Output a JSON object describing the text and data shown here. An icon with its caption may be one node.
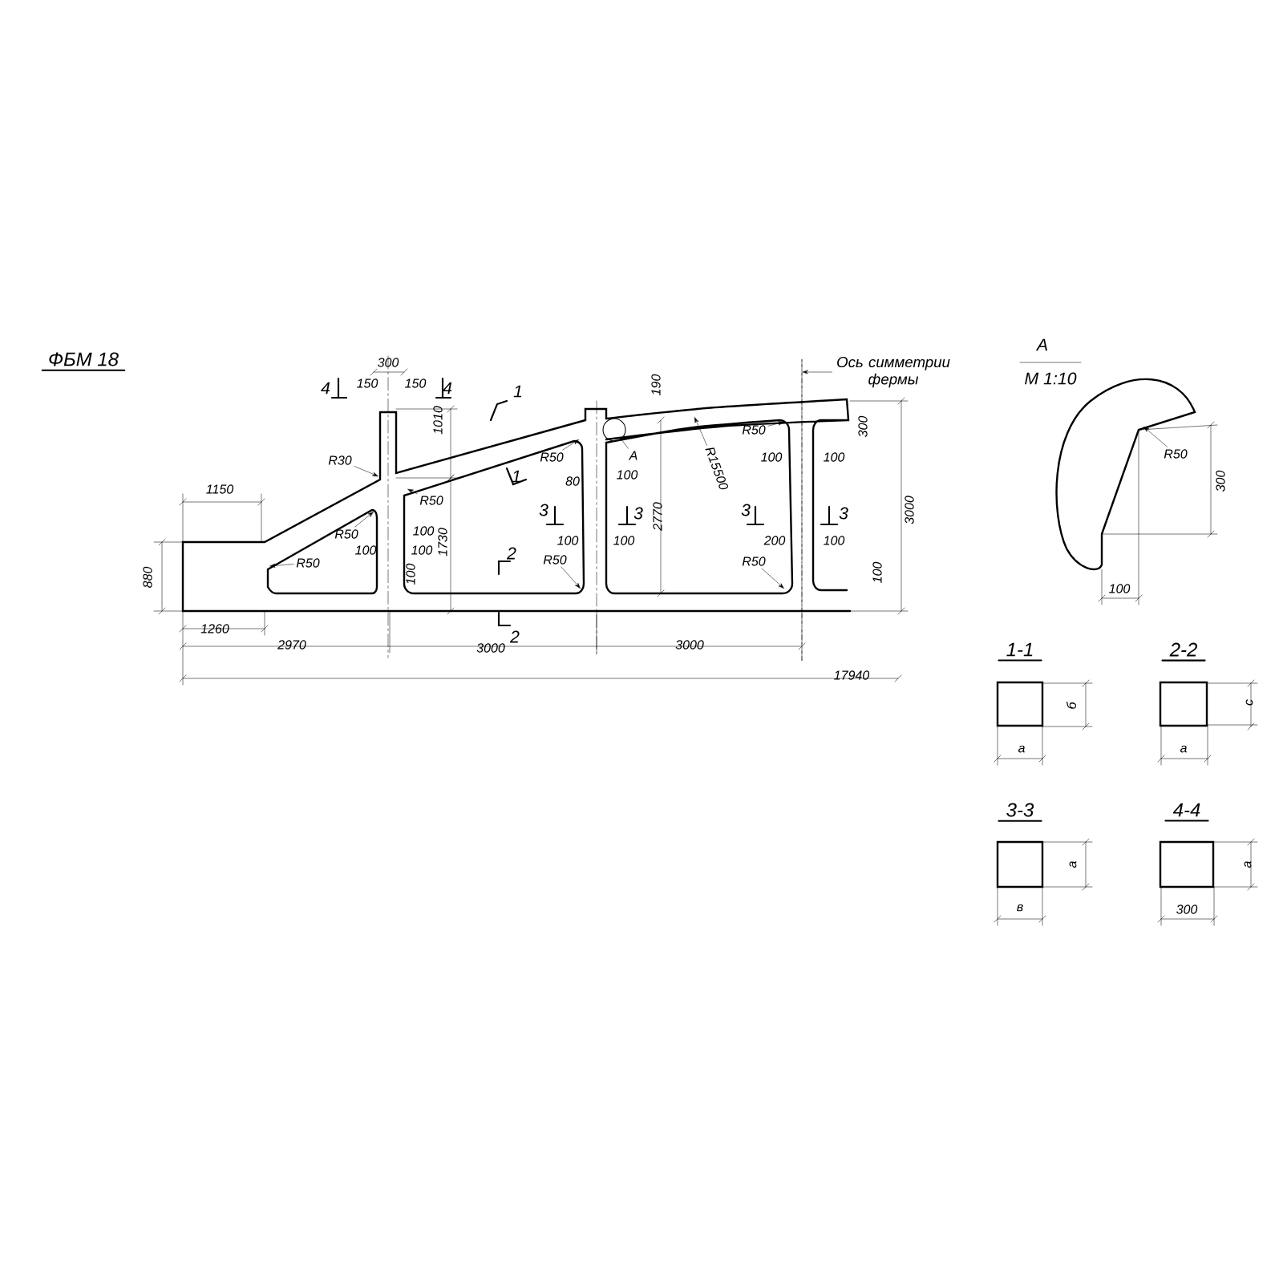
{
  "diagram": {
    "title": "ФБМ 18",
    "nodes": [
      {
        "text": [
          "Ось симметрии фермы"
        ]
      },
      {
        "text": [
          "R30"
        ]
      },
      {
        "text": [
          "R50"
        ]
      },
      {
        "text": [
          "А"
        ]
      },
      {
        "text": [],
        "shape": "circle"
      },
      {
        "text": [
          "R15500"
        ]
      },
      {
        "text": [
          "R50"
        ]
      },
      {
        "text": [
          "R50"
        ]
      },
      {
        "text": [
          "R50"
        ]
      },
      {
        "text": [
          "R50"
        ]
      },
      {
        "text": [
          "R50"
        ]
      },
      {
        "text": [
          "R50"
        ]
      },
      {
        "text": [
          "R50"
        ]
      },
      {
        "text": [
          "1-1"
        ]
      },
      {
        "text": [
          "2-2"
        ]
      },
      {
        "text": [
          "3-3"
        ]
      },
      {
        "text": [
          "4-4"
        ]
      },
      {
        "text": [],
        "shape": "line"
      }
    ],
    "edges": [
      {
        "from": 0,
        "to": 17,
        "arrow": "to"
      },
      {
        "from": 1,
        "to": null,
        "arrow": "to"
      },
      {
        "from": 2,
        "to": null,
        "arrow": "to"
      },
      {
        "from": 3,
        "to": 4,
        "arrow": "none"
      },
      {
        "from": 5,
        "to": null,
        "arrow": "to"
      },
      {
        "from": 6,
        "to": null,
        "arrow": "to"
      },
      {
        "from": 7,
        "to": null,
        "arrow": "to"
      },
      {
        "from": 8,
        "to": null,
        "arrow": "to"
      },
      {
        "from": 9,
        "to": null,
        "arrow": "to"
      },
      {
        "from": 10,
        "to": null,
        "arrow": "to"
      },
      {
        "from": 11,
        "to": null,
        "arrow": "to"
      },
      {
        "from": 12,
        "to": null,
        "arrow": "to"
      }
    ],
    "labels": [
      "300",
      "4",
      "150",
      "150",
      "4",
      "190",
      "1",
      "1010",
      "1150",
      "300",
      "1",
      "80",
      "100",
      "100",
      "100",
      "2770",
      "3000",
      "100",
      "1730",
      "3",
      "3",
      "3",
      "3",
      "100",
      "100",
      "2",
      "100",
      "100",
      "200",
      "100",
      "880",
      "100",
      "100",
      "2",
      "1260",
      "2970",
      "3000",
      "3000",
      "17940",
      "А",
      "М 1:10",
      "300",
      "100",
      "б",
      "а",
      "с",
      "а",
      "а",
      "в",
      "а",
      "300"
    ]
  }
}
